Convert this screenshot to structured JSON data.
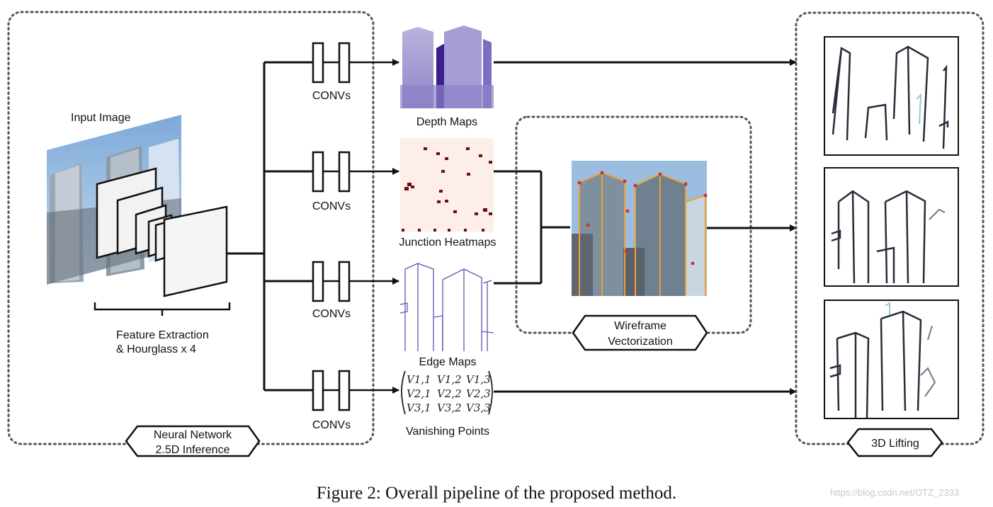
{
  "caption": "Figure 2:  Overall pipeline of the proposed method.",
  "watermark": "https://blog.csdn.net/OTZ_2333",
  "input_label": "Input Image",
  "feature_label_1": "Feature Extraction",
  "feature_label_2": "& Hourglass x 4",
  "neural_net_label_1": "Neural Network",
  "neural_net_label_2": "2.5D Inference",
  "conv_label": "CONVs",
  "outputs": {
    "depth": "Depth Maps",
    "junction": "Junction Heatmaps",
    "edge": "Edge Maps",
    "vanishing": "Vanishing Points"
  },
  "wireframe_label_1": "Wireframe",
  "wireframe_label_2": "Vectorization",
  "lifting_label": "3D Lifting",
  "matrix": [
    [
      "V1,1",
      "V1,2",
      "V1,3"
    ],
    [
      "V2,1",
      "V2,2",
      "V2,3"
    ],
    [
      "V3,1",
      "V3,2",
      "V3,3"
    ]
  ]
}
